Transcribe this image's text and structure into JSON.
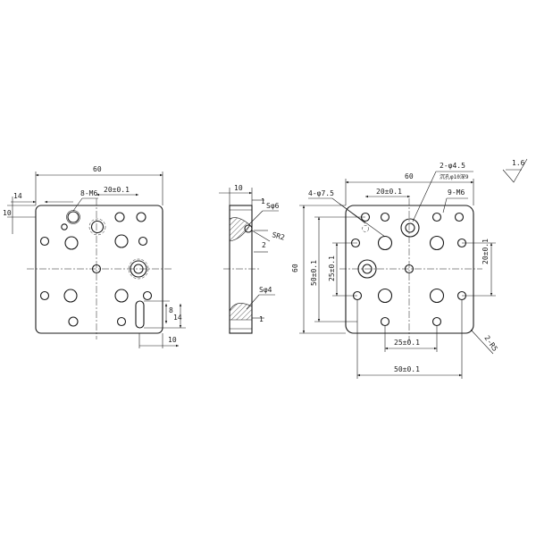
{
  "front_view": {
    "width": "60",
    "left_offset": "14",
    "hole_spacing": "20±0.1",
    "thread_note": "8-M6",
    "top_offset": "10",
    "slot_height": "8",
    "slot_offset": "14",
    "slot_bottom": "10"
  },
  "side_view": {
    "thickness": "10",
    "step_top": "1",
    "sphere_top": "Sφ6",
    "sphere_radius": "SR2",
    "depth": "2",
    "sphere_bottom": "Sφ4",
    "step_bottom": "1"
  },
  "rear_view": {
    "width": "60",
    "height": "60",
    "hole_note_a": "4-φ7.5",
    "hole_note_b": "2-φ4.5",
    "hole_note_b_sub": "沉孔φ10深9",
    "thread_note": "9-M6",
    "spacing_top": "20±0.1",
    "spacing_right": "20±0.1",
    "height_50": "50±0.1",
    "height_25": "25±0.1",
    "spacing_bottom": "25±0.1",
    "width_50": "50±0.1",
    "corner_radius": "2-R5"
  },
  "surface_finish": "1.6"
}
